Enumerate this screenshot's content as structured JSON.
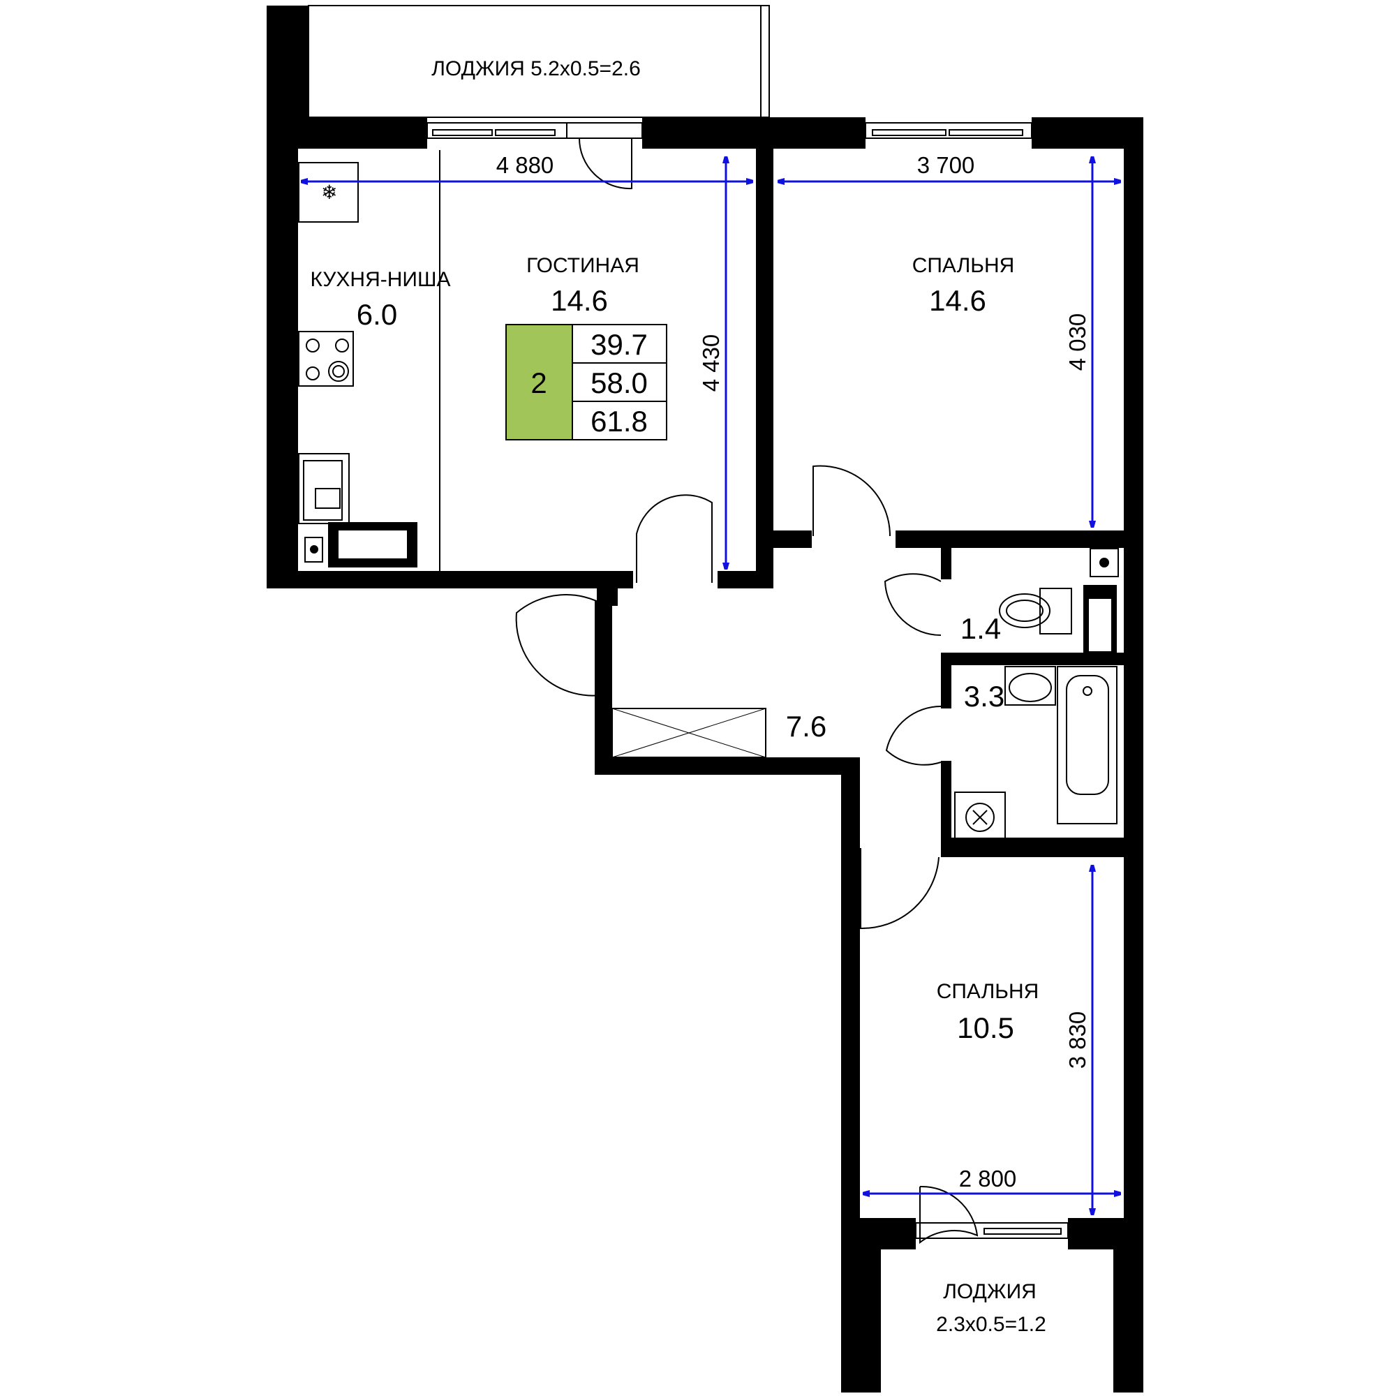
{
  "accent_colors": {
    "wall": "#000000",
    "dimension": "#1010e0",
    "rooms_badge": "#a2c55a"
  },
  "rooms": {
    "loggia_top": {
      "label": "ЛОДЖИЯ 5.2х0.5=2.6"
    },
    "kitchen": {
      "name": "КУХНЯ-НИША",
      "area": "6.0"
    },
    "living": {
      "name": "ГОСТИНАЯ",
      "area": "14.6"
    },
    "bedroom1": {
      "name": "СПАЛЬНЯ",
      "area": "14.6"
    },
    "wc": {
      "area": "1.4"
    },
    "bath": {
      "area": "3.3"
    },
    "hall": {
      "area": "7.6"
    },
    "bedroom2": {
      "name": "СПАЛЬНЯ",
      "area": "10.5"
    },
    "loggia_bottom": {
      "name": "ЛОДЖИЯ",
      "size": "2.3х0.5=1.2"
    }
  },
  "summary": {
    "rooms_count": "2",
    "living_area": "39.7",
    "total_area": "58.0",
    "total_with_loggia": "61.8"
  },
  "dimensions": {
    "living_width": "4 880",
    "living_depth": "4 430",
    "bedroom1_width": "3 700",
    "bedroom1_depth": "4 030",
    "bedroom2_width": "2 800",
    "bedroom2_depth": "3 830"
  },
  "icons": [
    "snowflake-icon",
    "stove-icon",
    "sink-icon",
    "toilet-icon",
    "bathtub-icon",
    "washbasin-icon",
    "washing-machine-icon"
  ]
}
